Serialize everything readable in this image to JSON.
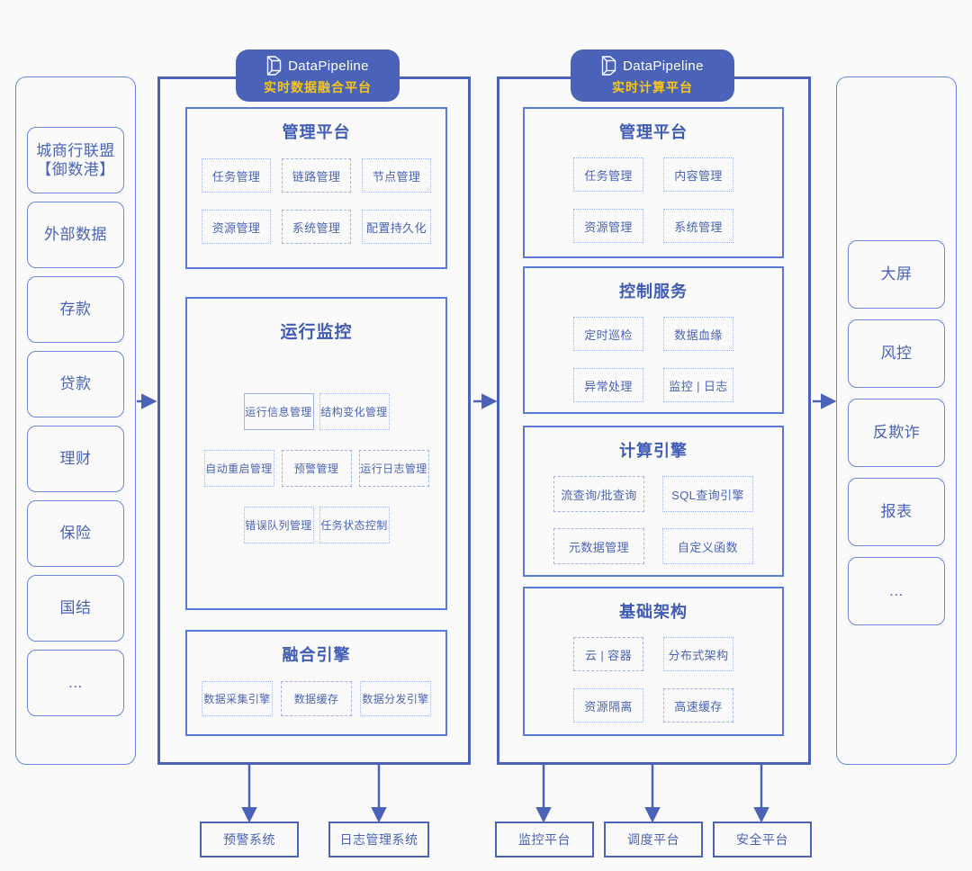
{
  "meta": {
    "accent": "#4a63b8",
    "accent_light": "#5b79d6",
    "chip_border": "#9fb3e8",
    "badge_sub_color": "#f5c518",
    "background": "#fafafa"
  },
  "left_sidebar": {
    "items": [
      {
        "label": "城商行联盟\n【御数港】"
      },
      {
        "label": "外部数据"
      },
      {
        "label": "存款"
      },
      {
        "label": "贷款"
      },
      {
        "label": "理财"
      },
      {
        "label": "保险"
      },
      {
        "label": "国结"
      },
      {
        "label": "..."
      }
    ]
  },
  "column_one": {
    "badge": {
      "brand": "DataPipeline",
      "subtitle": "实时数据融合平台",
      "logo_icon": "datapipeline-logo-icon"
    },
    "sections": [
      {
        "title": "管理平台",
        "rows": [
          [
            {
              "label": "任务管理",
              "style": "dotted"
            },
            {
              "label": "链路管理",
              "style": "dashed"
            },
            {
              "label": "节点管理",
              "style": "dotted"
            }
          ],
          [
            {
              "label": "资源管理",
              "style": "dotted"
            },
            {
              "label": "系统管理",
              "style": "dashed"
            },
            {
              "label": "配置持久化",
              "style": "dotted"
            }
          ]
        ]
      },
      {
        "title": "运行监控",
        "rows": [
          [
            {
              "label": "运行信息管理",
              "style": "solidl"
            },
            {
              "label": "结构变化管理",
              "style": "dotted"
            }
          ],
          [
            {
              "label": "自动重启管理",
              "style": "dotted"
            },
            {
              "label": "预警管理",
              "style": "dashed"
            },
            {
              "label": "运行日志管理",
              "style": "dashed"
            }
          ],
          [
            {
              "label": "错误队列管理",
              "style": "dotted"
            },
            {
              "label": "任务状态控制",
              "style": "dotted"
            }
          ]
        ]
      },
      {
        "title": "融合引擎",
        "rows": [
          [
            {
              "label": "数据采集引擎",
              "style": "dotted"
            },
            {
              "label": "数据缓存",
              "style": "dashed"
            },
            {
              "label": "数据分发引擎",
              "style": "dotted"
            }
          ]
        ]
      }
    ],
    "bottom_boxes": [
      {
        "label": "预警系统"
      },
      {
        "label": "日志管理系统"
      }
    ]
  },
  "column_two": {
    "badge": {
      "brand": "DataPipeline",
      "subtitle": "实时计算平台",
      "logo_icon": "datapipeline-logo-icon"
    },
    "sections": [
      {
        "title": "管理平台",
        "rows": [
          [
            {
              "label": "任务管理",
              "style": "dotted"
            },
            {
              "label": "内容管理",
              "style": "dotted"
            }
          ],
          [
            {
              "label": "资源管理",
              "style": "dotted"
            },
            {
              "label": "系统管理",
              "style": "dotted"
            }
          ]
        ]
      },
      {
        "title": "控制服务",
        "rows": [
          [
            {
              "label": "定时巡检",
              "style": "dotted"
            },
            {
              "label": "数据血缘",
              "style": "dotted"
            }
          ],
          [
            {
              "label": "异常处理",
              "style": "dotted"
            },
            {
              "label": "监控 | 日志",
              "style": "dotted"
            }
          ]
        ]
      },
      {
        "title": "计算引擎",
        "rows": [
          [
            {
              "label": "流查询/批查询",
              "style": "dashed"
            },
            {
              "label": "SQL查询引擎",
              "style": "dotted"
            }
          ],
          [
            {
              "label": "元数据管理",
              "style": "dashed"
            },
            {
              "label": "自定义函数",
              "style": "dotted"
            }
          ]
        ]
      },
      {
        "title": "基础架构",
        "rows": [
          [
            {
              "label": "云 | 容器",
              "style": "dashed"
            },
            {
              "label": "分布式架构",
              "style": "dotted"
            }
          ],
          [
            {
              "label": "资源隔离",
              "style": "dotted"
            },
            {
              "label": "高速缓存",
              "style": "dashed"
            }
          ]
        ]
      }
    ],
    "bottom_boxes": [
      {
        "label": "监控平台"
      },
      {
        "label": "调度平台"
      },
      {
        "label": "安全平台"
      }
    ]
  },
  "right_sidebar": {
    "items": [
      {
        "label": "大屏"
      },
      {
        "label": "风控"
      },
      {
        "label": "反欺诈"
      },
      {
        "label": "报表"
      },
      {
        "label": "..."
      }
    ]
  }
}
